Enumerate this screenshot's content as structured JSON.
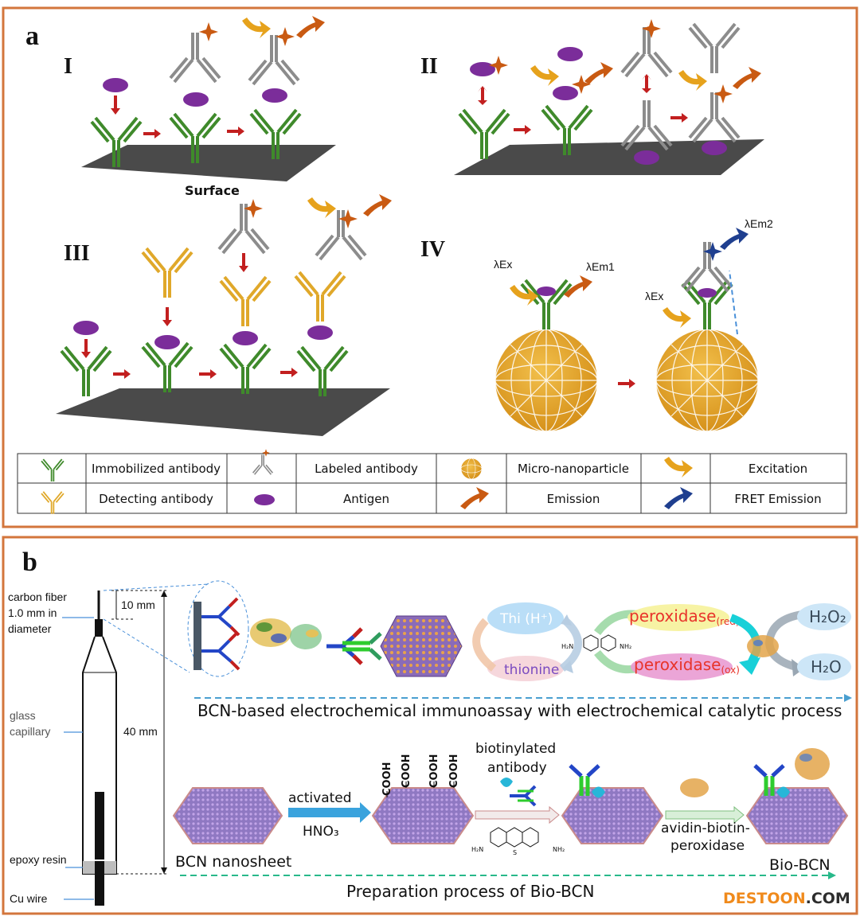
{
  "colors": {
    "border": "#d3763c",
    "immobilized": "#3f8a2b",
    "detecting": "#e0a82a",
    "labeled": "#8c8c8c",
    "antigen": "#7b2d9a",
    "star": "#c95a12",
    "excitation": "#e6a21c",
    "emission": "#c95a12",
    "fret": "#1f3f8f",
    "surface": "#4a4a4a",
    "particle": "#e3a42a"
  },
  "panel_a": {
    "letter": "a",
    "sections": {
      "I": "I",
      "II": "II",
      "III": "III",
      "IV": "IV"
    },
    "surface_label": "Surface",
    "lambda_ex": "λEx",
    "lambda_em1": "λEm1",
    "lambda_em2": "λEm2",
    "legend": {
      "row1": [
        "Immobilized antibody",
        "Labeled antibody",
        "Micro-nanoparticle",
        "Excitation"
      ],
      "row2": [
        "Detecting antibody",
        "Antigen",
        "Emission",
        "FRET Emission"
      ]
    }
  },
  "panel_b": {
    "letter": "b",
    "electrode": {
      "carbon_fiber": [
        "carbon fiber",
        "1.0 mm in",
        "diameter"
      ],
      "glass": [
        "glass",
        "capillary"
      ],
      "epoxy": "epoxy resin",
      "cu_wire": "Cu wire",
      "dim_10": "10 mm",
      "dim_40": "40 mm"
    },
    "top": {
      "thi": "Thi (H⁺)",
      "thionine": "thionine",
      "peroxidase_red": "peroxidase",
      "red_sub": "(red)",
      "peroxidase_ox": "peroxidase",
      "ox_sub": "(ox)",
      "h2o2": "H₂O₂",
      "h2o": "H₂O",
      "caption": "BCN-based electrochemical immunoassay with electrochemical catalytic process",
      "chem_left": "H₂N",
      "chem_right": "NH₂"
    },
    "bottom": {
      "bcn_nanosheet": "BCN nanosheet",
      "activated": "activated",
      "hno3": "HNO₃",
      "cooh": "COOH",
      "biotinylated": [
        "biotinylated",
        "antibody"
      ],
      "avidin": [
        "avidin-biotin-",
        "peroxidase"
      ],
      "bio_bcn": "Bio-BCN",
      "caption": "Preparation process of Bio-BCN",
      "chem_left": "H₂N",
      "chem_right": "NH₂",
      "chem_s": "S"
    },
    "watermark": {
      "main": "DESTOON",
      "suffix": ".COM"
    }
  }
}
